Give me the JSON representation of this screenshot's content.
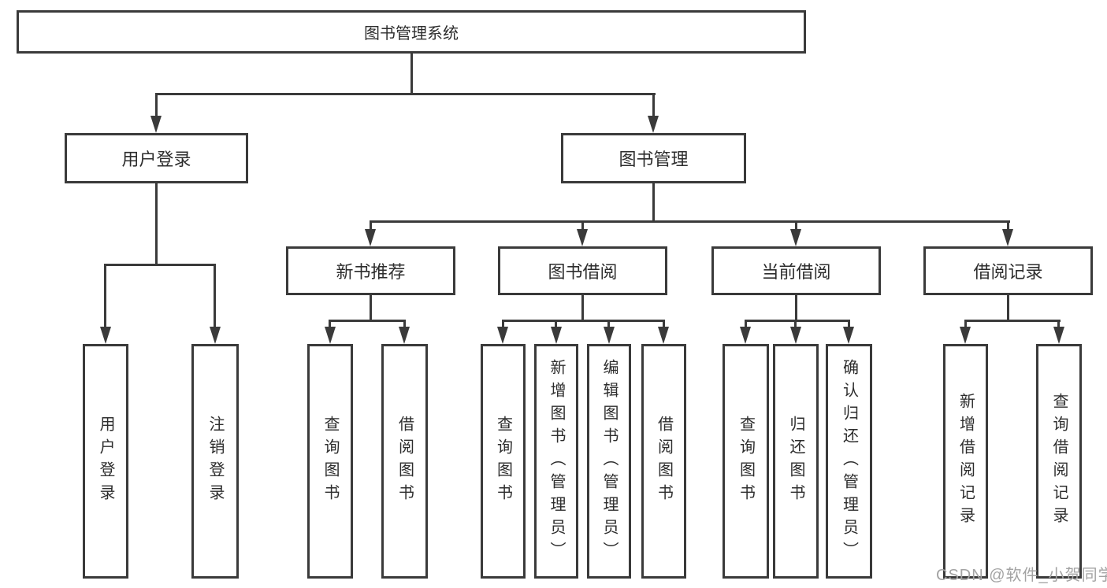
{
  "diagram": {
    "root": {
      "label": "图书管理系统",
      "children": [
        {
          "label": "用户登录",
          "children": [
            {
              "label": "用户登录"
            },
            {
              "label": "注销登录"
            }
          ]
        },
        {
          "label": "图书管理",
          "children": [
            {
              "label": "新书推荐",
              "children": [
                {
                  "label": "查询图书"
                },
                {
                  "label": "借阅图书"
                }
              ]
            },
            {
              "label": "图书借阅",
              "children": [
                {
                  "label": "查询图书"
                },
                {
                  "label": "新增图书（管理员）"
                },
                {
                  "label": "编辑图书（管理员）"
                },
                {
                  "label": "借阅图书"
                }
              ]
            },
            {
              "label": "当前借阅",
              "children": [
                {
                  "label": "查询图书"
                },
                {
                  "label": "归还图书"
                },
                {
                  "label": "确认归还（管理员）"
                }
              ]
            },
            {
              "label": "借阅记录",
              "children": [
                {
                  "label": "新增借阅记录"
                },
                {
                  "label": "查询借阅记录"
                }
              ]
            }
          ]
        }
      ]
    },
    "line_color": "#3a3a3a"
  },
  "watermark": {
    "text": "CSDN @软件_小贺同学"
  }
}
